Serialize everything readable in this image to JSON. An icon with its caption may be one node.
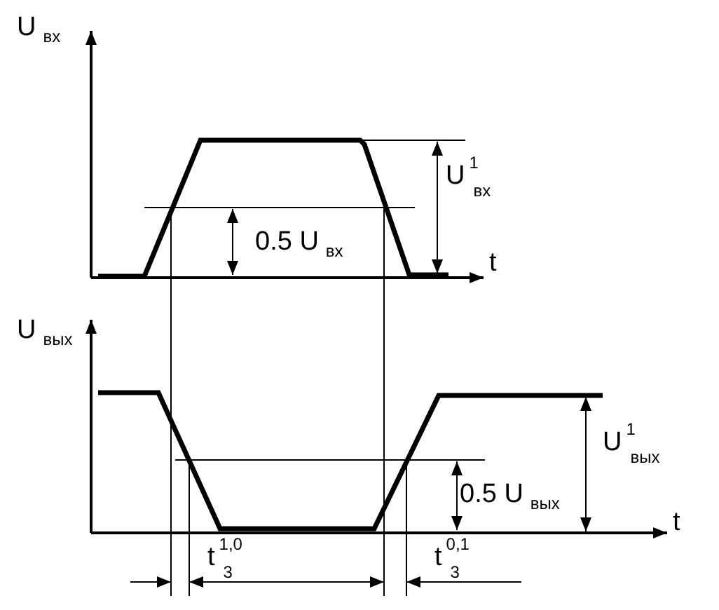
{
  "diagram": {
    "labels": [
      "U$_{вх}$",
      "U$^{1}$$_{вх}$",
      "0.5 U$_{вх}$",
      "t",
      "U$_{вых}$",
      "U$^{1}$$_{вых}$",
      "0.5 U$_{вых}$",
      "t",
      "t$^{1,0}$$_{3}$",
      "t$^{0,1}$$_{3}$"
    ]
  }
}
